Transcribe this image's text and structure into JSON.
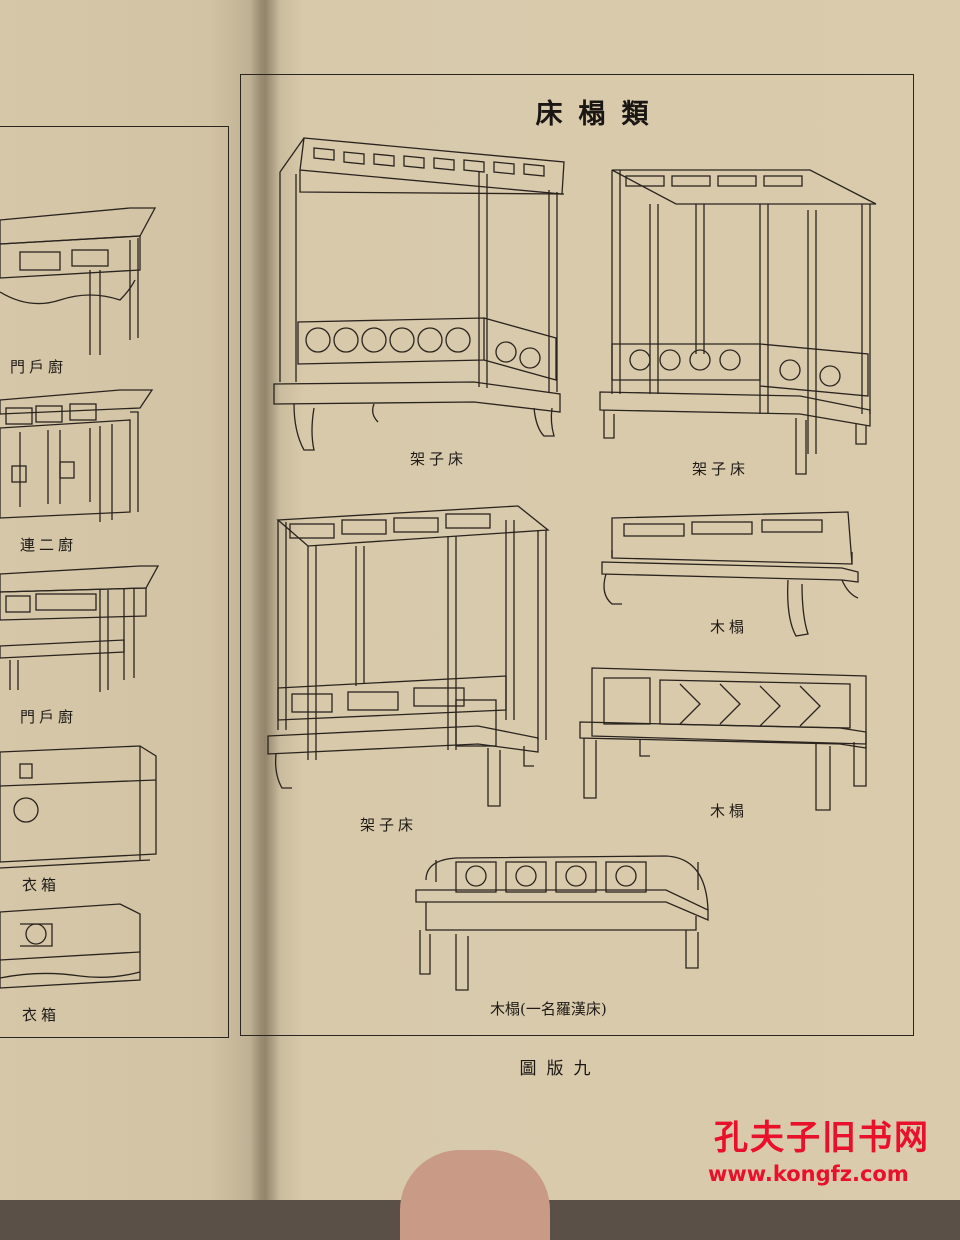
{
  "page": {
    "title": "床榻類",
    "plate_label": "圖版九"
  },
  "left_page": {
    "captions": [
      "門戶廚",
      "連二廚",
      "門戶廚",
      "衣箱",
      "衣箱"
    ]
  },
  "right_page": {
    "captions": [
      "架子床",
      "架子床",
      "架子床",
      "木榻",
      "木榻",
      "木榻(一名羅漢床)"
    ]
  },
  "watermark": {
    "text": "孔夫子旧书网",
    "url": "www.kongfz.com",
    "color": "#e8102a"
  }
}
